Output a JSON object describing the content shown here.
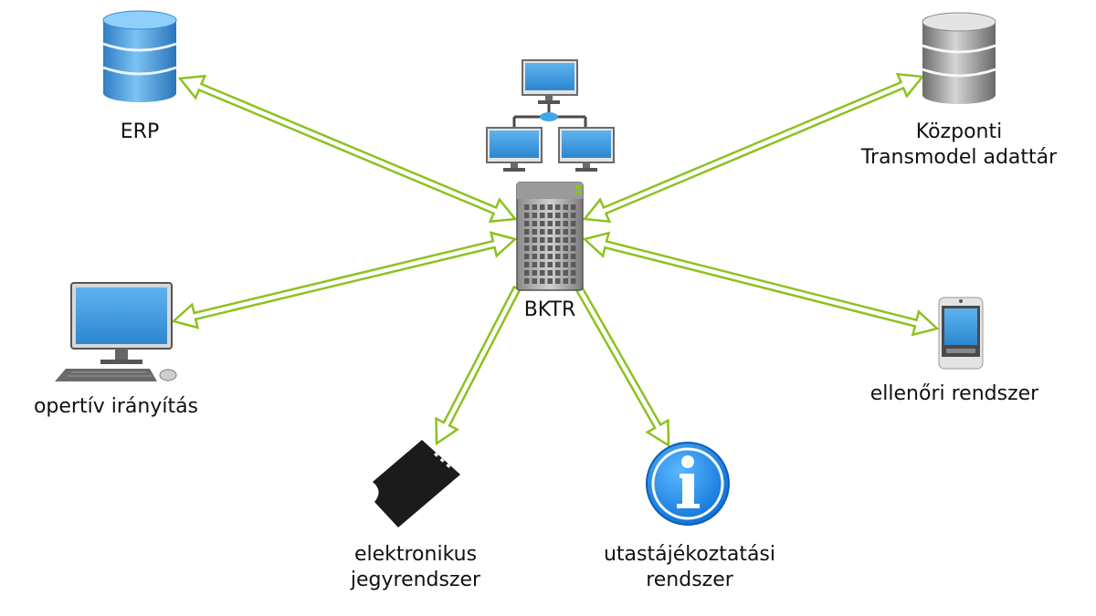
{
  "center": {
    "label": "BKTR"
  },
  "nodes": {
    "erp": {
      "label": "ERP",
      "icon": "database-blue-icon",
      "color": "#4a9fe0"
    },
    "central_repo": {
      "lines": [
        "Központi",
        "Transmodel adattár"
      ],
      "icon": "database-gray-icon",
      "color": "#9a9a9a"
    },
    "operative": {
      "label": "opertív irányítás",
      "icon": "desktop-computer-icon"
    },
    "inspector": {
      "label": "ellenőri rendszer",
      "icon": "mobile-device-icon"
    },
    "ticketing": {
      "lines": [
        "elektronikus",
        "jegyrendszer"
      ],
      "icon": "ticket-icon"
    },
    "passenger_info": {
      "lines": [
        "utastájékoztatási",
        "rendszer"
      ],
      "icon": "info-icon",
      "color": "#1f8ff0"
    }
  },
  "arrow_color": "#8cc21f"
}
